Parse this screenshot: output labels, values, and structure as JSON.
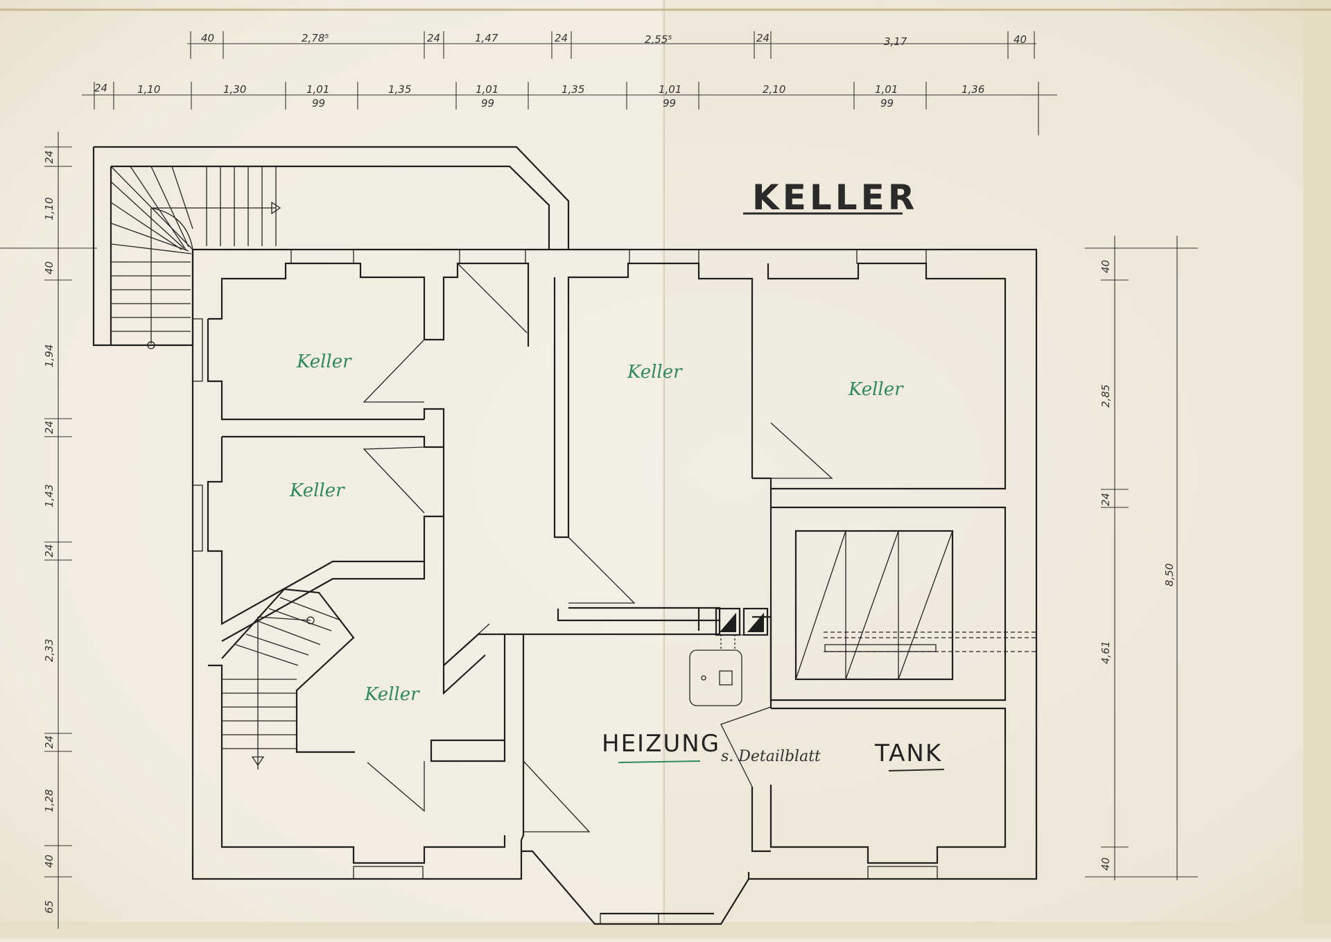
{
  "title": "KELLER",
  "rooms": {
    "keller_1": "Keller",
    "keller_2": "Keller",
    "keller_3": "Keller",
    "keller_4": "Keller",
    "keller_5": "Keller",
    "heizung": "HEIZUNG",
    "detail_note": "s. Detailblatt",
    "tank": "TANK"
  },
  "dimensions_top_outer": [
    "40",
    "2,78⁵",
    "24",
    "1,47",
    "24",
    "2,55⁵",
    "24",
    "3,17",
    "40"
  ],
  "dimensions_top_inner": [
    "24",
    "1,10",
    "1,30",
    "1,01",
    "99",
    "1,35",
    "1,01",
    "99",
    "1,35",
    "1,01",
    "99",
    "2,10",
    "1,01",
    "99",
    "1,36"
  ],
  "dimensions_left": [
    "24",
    "1,10",
    "40",
    "1,94",
    "24",
    "1,43",
    "24",
    "2,33",
    "24",
    "1,28",
    "40",
    "65"
  ],
  "dimensions_right_inner": [
    "40",
    "2,85",
    "24",
    "4,61",
    "40"
  ],
  "dimensions_right_total": "8,50",
  "colors": {
    "paper": "#efe9dd",
    "ink": "#1e1e1e",
    "room_label": "#2e8a5e"
  }
}
